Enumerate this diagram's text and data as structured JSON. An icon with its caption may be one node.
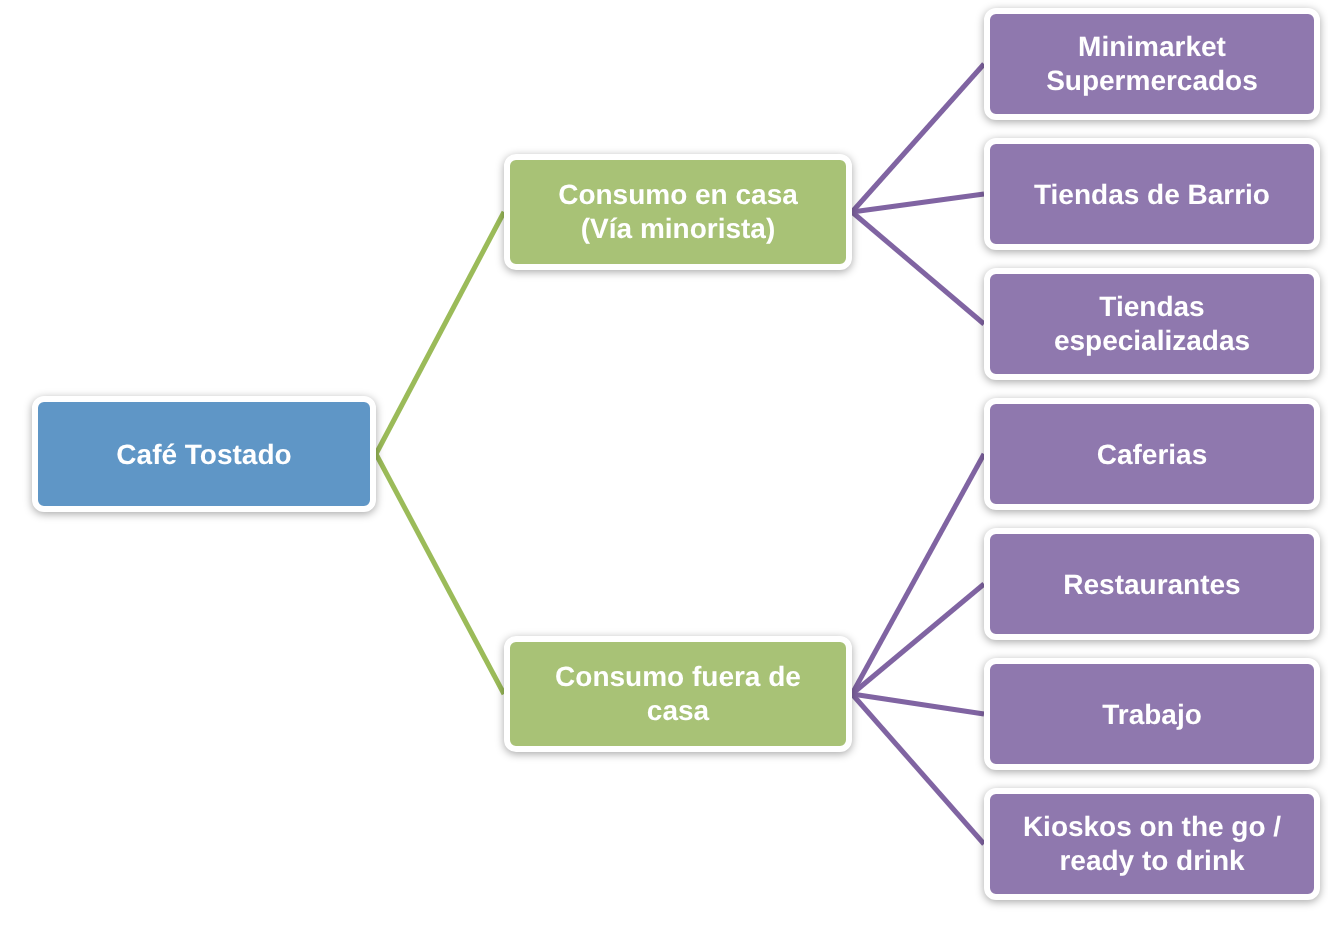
{
  "diagram": {
    "nodes": [
      {
        "text": [
          "Café Tostado"
        ]
      },
      {
        "text": [
          "Consumo en casa (Vía minorista)"
        ]
      },
      {
        "text": [
          "Minimarket Supermercados"
        ]
      },
      {
        "text": [
          "Tiendas de Barrio"
        ]
      },
      {
        "text": [
          "Tiendas especializadas"
        ]
      },
      {
        "text": [
          "Consumo fuera de casa"
        ]
      },
      {
        "text": [
          "Caferias"
        ]
      },
      {
        "text": [
          "Restaurantes"
        ]
      },
      {
        "text": [
          "Trabajo"
        ]
      },
      {
        "text": [
          "Kioskos on the go / ready to drink"
        ]
      }
    ],
    "edges": [
      {
        "from": 0,
        "to": 1,
        "arrow": "none",
        "color": "#9bbb59"
      },
      {
        "from": 0,
        "to": 5,
        "arrow": "none",
        "color": "#9bbb59"
      },
      {
        "from": 1,
        "to": 2,
        "arrow": "none"
      },
      {
        "from": 1,
        "to": 3,
        "arrow": "none"
      },
      {
        "from": 1,
        "to": 4,
        "arrow": "none"
      },
      {
        "from": 5,
        "to": 6,
        "arrow": "none"
      },
      {
        "from": 5,
        "to": 7,
        "arrow": "none"
      },
      {
        "from": 5,
        "to": 8,
        "arrow": "none"
      },
      {
        "from": 5,
        "to": 9,
        "arrow": "none"
      }
    ]
  }
}
